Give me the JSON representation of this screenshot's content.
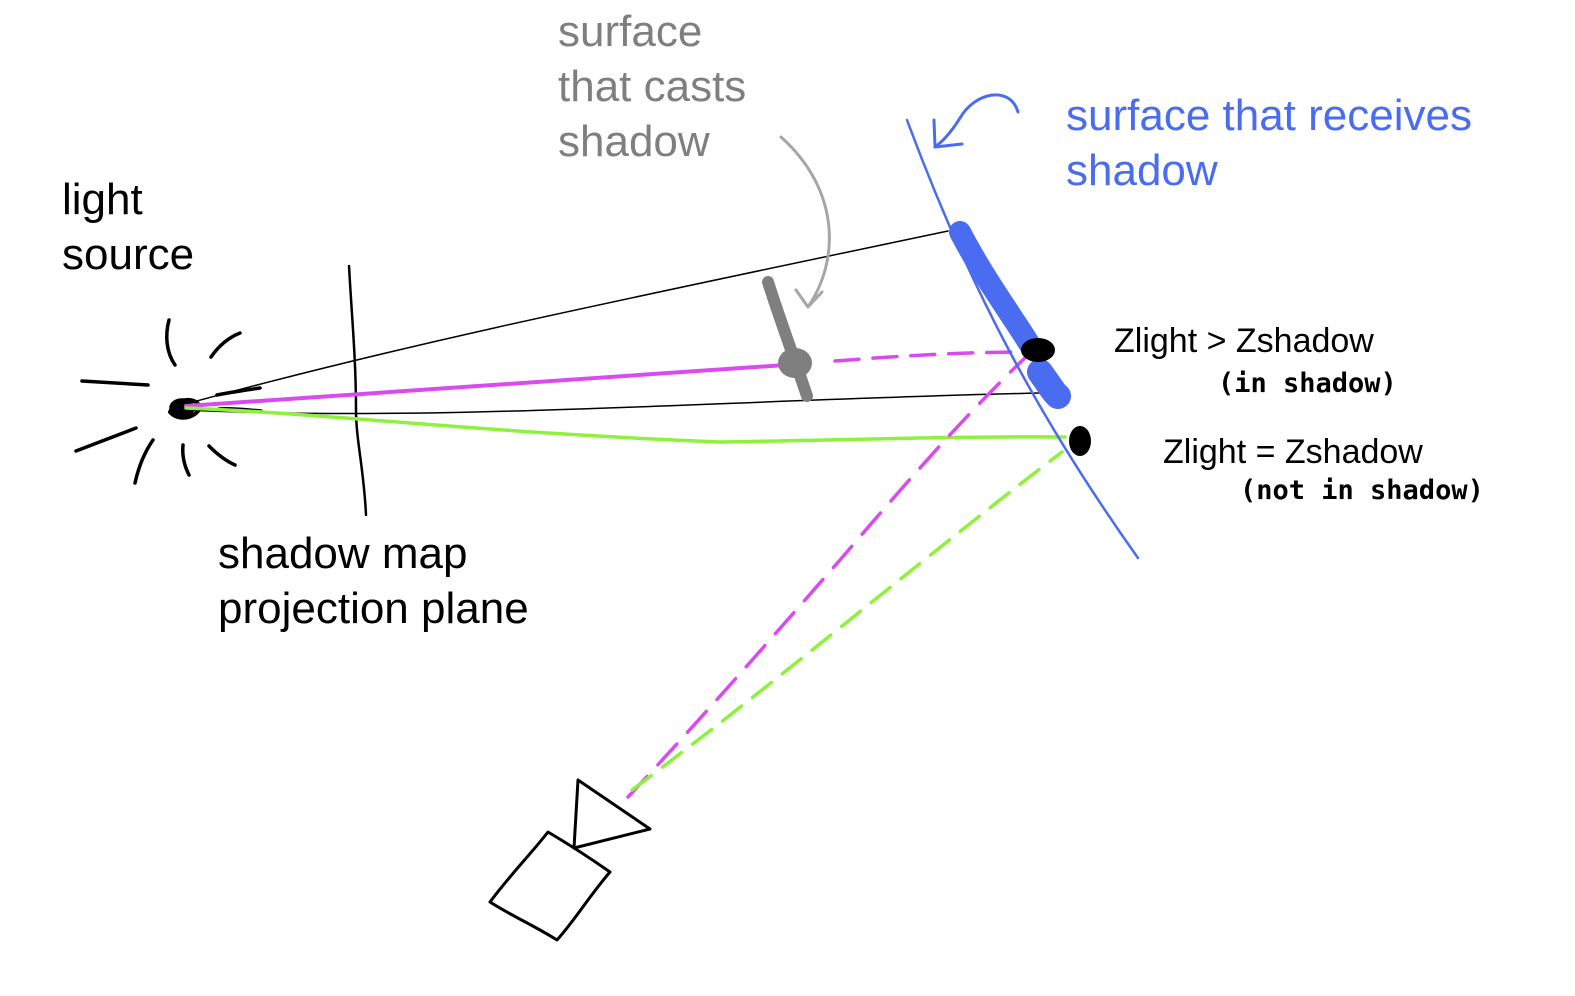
{
  "labels": {
    "light_source": [
      "light",
      "source"
    ],
    "caster": [
      "surface",
      "that casts",
      "shadow"
    ],
    "receiver": [
      "surface that receives",
      "shadow"
    ],
    "projection_plane": [
      "shadow map",
      "projection plane"
    ],
    "in_shadow": {
      "comparison": "Zlight > Zshadow",
      "verdict": "(in shadow)"
    },
    "not_in_shadow": {
      "comparison": "Zlight = Zshadow",
      "verdict": "(not in shadow)"
    }
  },
  "colors": {
    "ink": "#000000",
    "caster": "#7f7f7f",
    "caster_arrow": "#a6a6a6",
    "receiver": "#4a6cf0",
    "shadowed_ray": "#d94bf0",
    "lit_ray": "#8ef23c"
  },
  "icons": {
    "light": "light-source-icon",
    "camera": "camera-icon"
  }
}
